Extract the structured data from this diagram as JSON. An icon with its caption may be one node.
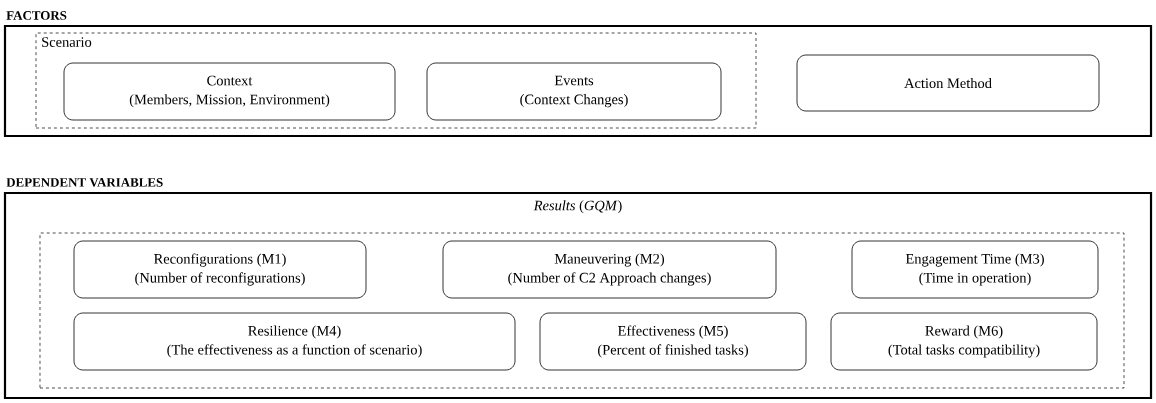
{
  "diagram": {
    "nodes": [
      {
        "text": [
          "FACTORS"
        ]
      },
      {
        "text": [
          "Scenario"
        ],
        "in": 0
      },
      {
        "text": [
          "Context",
          "(Members, Mission, Environment)"
        ],
        "in": 1
      },
      {
        "text": [
          "Events",
          "(Context Changes)"
        ],
        "in": 1
      },
      {
        "text": [
          "Action Method"
        ],
        "in": 0
      },
      {
        "text": [
          "DEPENDENT VARIABLES",
          "*Results* (*GQM*)"
        ]
      },
      {
        "text": [],
        "shape": "box",
        "in": 5
      },
      {
        "text": [
          "Reconfigurations (M1)",
          "(Number of reconfigurations)"
        ],
        "in": 6
      },
      {
        "text": [
          "Maneuvering (M2)",
          "(Number of C2 Approach changes)"
        ],
        "in": 6
      },
      {
        "text": [
          "Engagement Time (M3)",
          "(Time in operation)"
        ],
        "in": 6
      },
      {
        "text": [
          "Resilience (M4)",
          "(The effectiveness as a function of scenario)"
        ],
        "in": 6
      },
      {
        "text": [
          "Effectiveness (M5)",
          "(Percent of finished tasks)"
        ],
        "in": 6
      },
      {
        "text": [
          "Reward (M6)",
          "(Total tasks compatibility)"
        ],
        "in": 6
      }
    ]
  }
}
